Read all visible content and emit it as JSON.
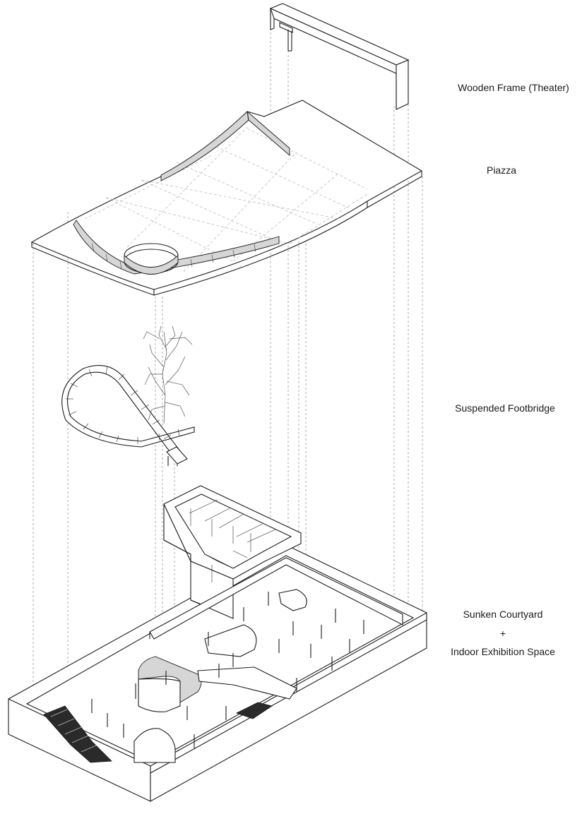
{
  "diagram": {
    "labels": {
      "wooden_frame": "Wooden Frame (Theater)",
      "piazza": "Piazza",
      "footbridge": "Suspended Footbridge",
      "sunken_courtyard": "Sunken Courtyard",
      "plus": "+",
      "indoor_exhibition": "Indoor Exhibition Space"
    },
    "colors": {
      "line": "#1d1d1d",
      "dashed_projection": "#9a9a9a",
      "grid": "#b4b4b4",
      "background": "#ffffff"
    }
  }
}
